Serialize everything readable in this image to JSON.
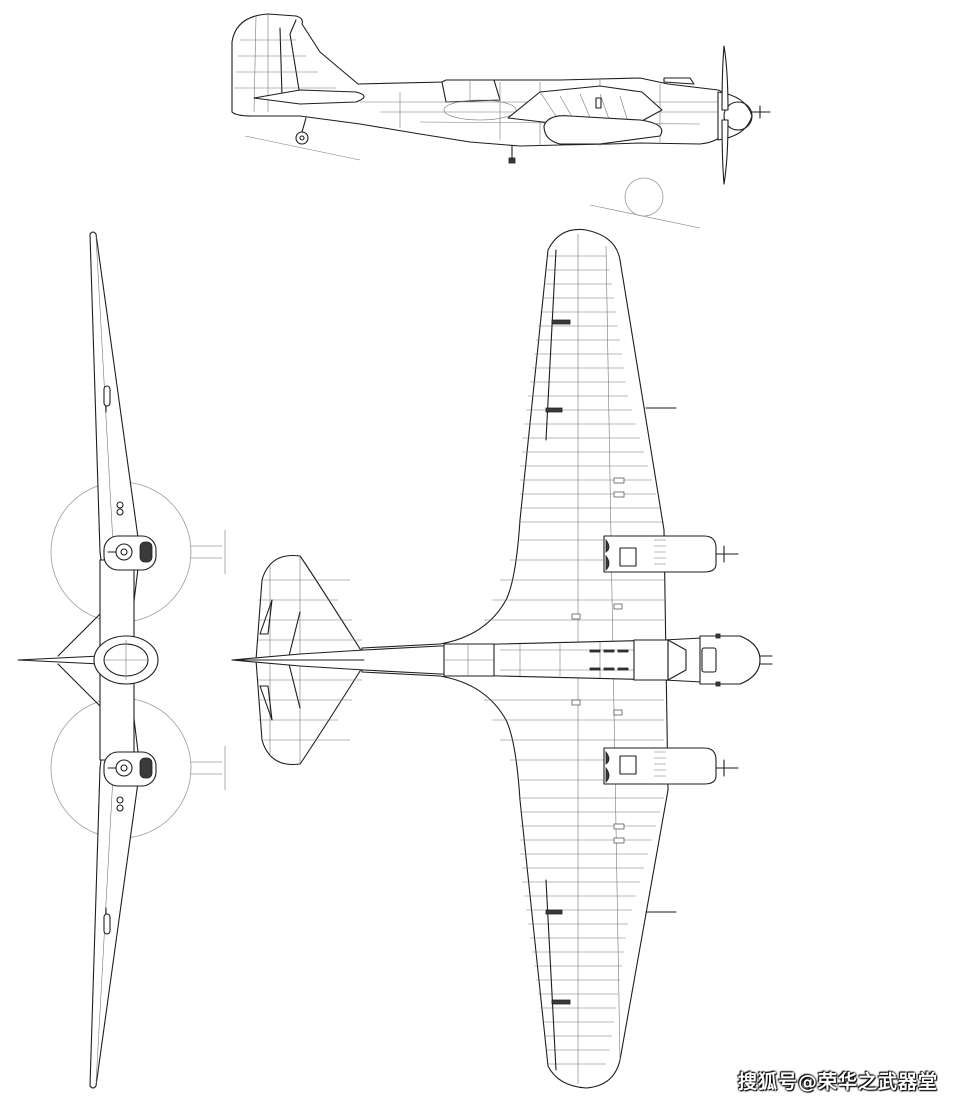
{
  "watermark": {
    "text": "搜狐号@荣华之武器堂"
  },
  "views": [
    "side-view",
    "front-view",
    "top-view"
  ],
  "colors": {
    "line": "#1e1e1e",
    "background": "#ffffff"
  }
}
